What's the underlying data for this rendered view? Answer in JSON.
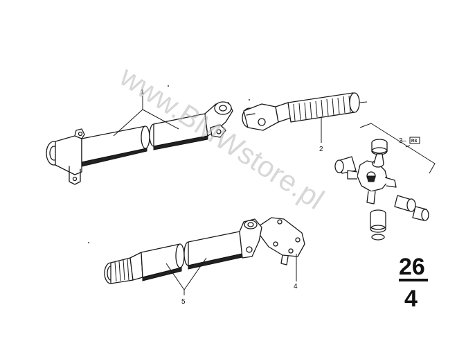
{
  "callouts": {
    "c1": "1",
    "c2": "2",
    "c3": "3",
    "c3_badge": "RS",
    "c4": "4",
    "c5": "5"
  },
  "group_number": {
    "top": "26",
    "bottom": "4"
  },
  "watermark": "www.BMWstore.pl"
}
